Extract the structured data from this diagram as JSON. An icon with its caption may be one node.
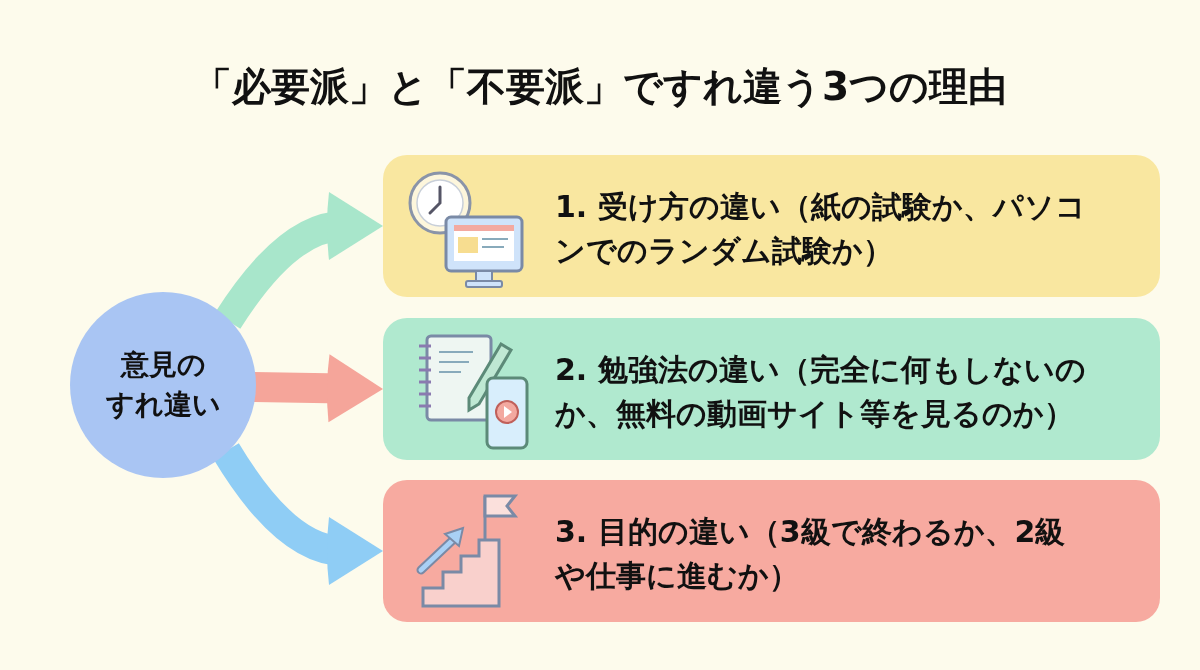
{
  "diagram": {
    "title": "「必要派」と「不要派」ですれ違う3つの理由",
    "nodes": [
      {
        "text": [
          "意見のすれ違い"
        ]
      },
      {
        "text": [
          "1. 受け方の違い（紙の試験か、パソコンでのランダム試験か）"
        ]
      },
      {
        "text": [
          "2. 勉強法の違い（完全に何もしないのか、無料の動画サイト等を見るのか）"
        ]
      },
      {
        "text": [
          "3. 目的の違い（3級で終わるか、2級や仕事に進むか）"
        ]
      }
    ],
    "edges": [
      {
        "from": 0,
        "to": 1,
        "arrow": "to",
        "color": "#a8e6cb"
      },
      {
        "from": 0,
        "to": 2,
        "arrow": "to",
        "color": "#f5a59a"
      },
      {
        "from": 0,
        "to": 3,
        "arrow": "to",
        "color": "#8fcdf5"
      }
    ]
  }
}
